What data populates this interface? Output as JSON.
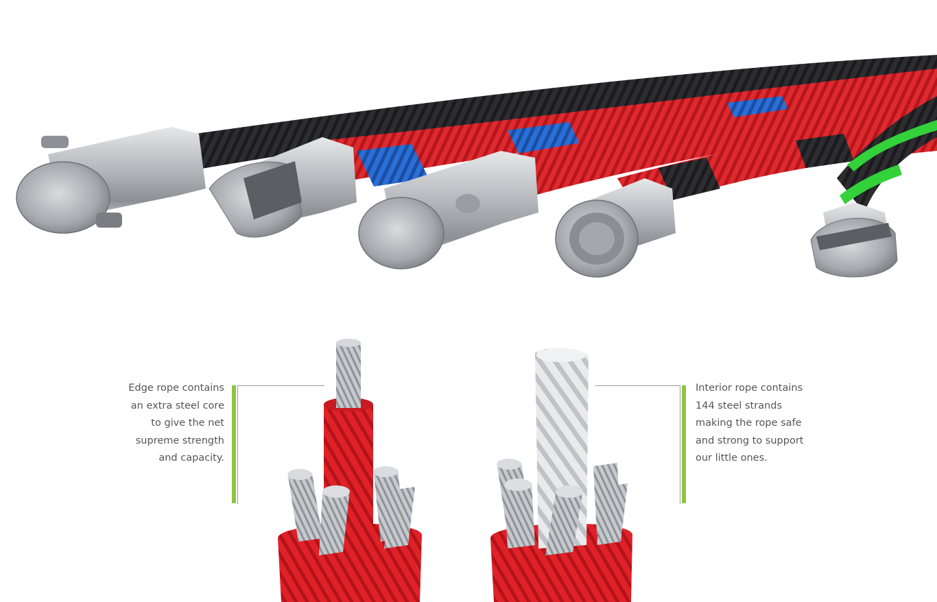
{
  "colors": {
    "accent_green": "#8cc63f",
    "rope_red": "#d91e26",
    "rope_blue": "#1f5fc9",
    "rope_black": "#2a2a2e",
    "rope_green": "#33d13a",
    "steel": "#b9bcc0",
    "caption_text": "#555555"
  },
  "photo": {
    "icon": "rope-ends-photo"
  },
  "illustration": {
    "icon": "steel-core-cross-section"
  },
  "captions": {
    "edge_rope": {
      "lines": [
        "Edge rope contains",
        "an extra steel core",
        "to give the net",
        "supreme strength",
        "and capacity."
      ]
    },
    "interior_rope": {
      "lines": [
        "Interior rope contains",
        "144 steel strands",
        "making the rope safe",
        "and strong to support",
        "our little ones."
      ]
    }
  }
}
